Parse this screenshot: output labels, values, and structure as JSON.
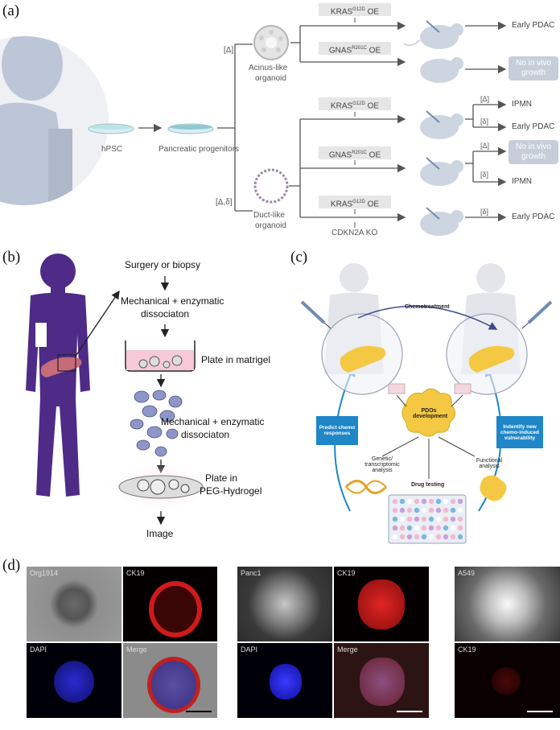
{
  "panel_a": {
    "label": "(a)",
    "hpsc": "hPSC",
    "progenitors": "Pancreatic progenitors",
    "delta_top": "[Δ]",
    "delta_bottom": "[Δ,δ]",
    "acinus_label_1": "Acinus-like",
    "acinus_label_2": "organoid",
    "duct_label_1": "Duct-like",
    "duct_label_2": "organoid",
    "oe_boxes": [
      {
        "gene": "KRAS",
        "sup": "G12D",
        "suffix": " OE"
      },
      {
        "gene": "GNAS",
        "sup": "R201C",
        "suffix": " OE"
      },
      {
        "gene": "KRAS",
        "sup": "G12D",
        "suffix": " OE"
      },
      {
        "gene": "GNAS",
        "sup": "R201C",
        "suffix": " OE"
      },
      {
        "gene": "KRAS",
        "sup": "G12D",
        "suffix": " OE"
      }
    ],
    "cdkn2a": "CDKN2A KO",
    "outcomes": {
      "early_pdac_1": "Early PDAC",
      "no_growth_1a": "No in vivo",
      "no_growth_1b": "growth",
      "ipmn_1": "IPMN",
      "early_pdac_2": "Early PDAC",
      "no_growth_2a": "No in vivo",
      "no_growth_2b": "growth",
      "ipmn_2": "IPMN",
      "early_pdac_3": "Early PDAC"
    },
    "tags": {
      "t1": "[Δ]",
      "t2": "[δ]",
      "t3": "[Δ]",
      "t4": "[δ]",
      "t5": "[δ]"
    }
  },
  "panel_b": {
    "label": "(b)",
    "step1": "Surgery or biopsy",
    "step2a": "Mechanical + enzymatic",
    "step2b": "dissociaton",
    "step3": "Plate in matrigel",
    "step4a": "Mechanical + enzymatic",
    "step4b": "dissociaton",
    "step5a": "Plate in",
    "step5b": "PEG-Hydrogel",
    "step6": "Image"
  },
  "panel_c": {
    "label": "(c)",
    "chemo": "Chemotreatment",
    "pdo_1": "PDOs",
    "pdo_2": "development",
    "predict_1": "Predict chemo",
    "predict_2": "responses",
    "identify_1": "Indentify new",
    "identify_2": "chemo-induced",
    "identify_3": "vulnerability",
    "genetic_1": "Genetic/",
    "genetic_2": "transcriptomic",
    "genetic_3": "analysis",
    "functional_1": "Functional",
    "functional_2": "analysis",
    "drug": "Drug testing"
  },
  "panel_d": {
    "label": "(d)",
    "g1": [
      "Org1914",
      "CK19",
      "DAPI",
      "Merge"
    ],
    "g2": [
      "Panc1",
      "CK19",
      "DAPI",
      "Merge"
    ],
    "g3": [
      "A549",
      "CK19"
    ]
  }
}
